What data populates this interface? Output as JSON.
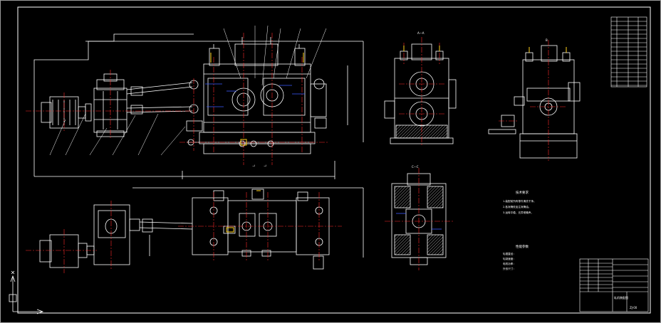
{
  "drawing": {
    "background_color": "#000000",
    "line_color": "#ffffff",
    "centerline_color": "#ff2a2a",
    "hidden_color": "#3b5bff",
    "accent_color": "#ffd21a"
  },
  "section_labels": {
    "view_a": "A—A",
    "view_b": "B",
    "section_c": "C—C",
    "dim_bottom_1": "L",
    "dim_bottom_2": "L"
  },
  "notes": {
    "tech_title": "技术要求",
    "tech_lines": [
      "1.装配前所有零件清洗干净。",
      "2.各润滑处加注润滑油。",
      "3.运转平稳，无异常噪声。"
    ],
    "perf_title": "性能参数",
    "perf_lines": [
      "轧辊直径：",
      "轧制速度：",
      "电机功率：",
      "外形尺寸："
    ]
  },
  "title_block": {
    "drawing_name": "轧机装配图",
    "sheet_code": "ZJ-00"
  }
}
